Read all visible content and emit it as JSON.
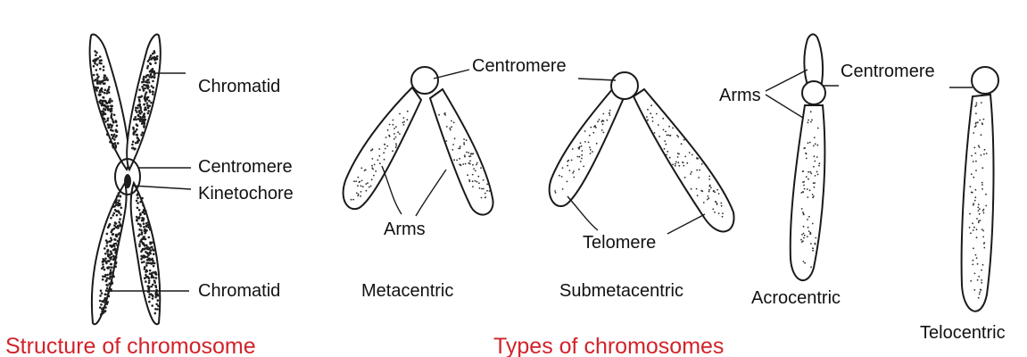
{
  "structure": {
    "labels": {
      "chromatid_top": "Chromatid",
      "centromere": "Centromere",
      "kinetochore": "Kinetochore",
      "chromatid_bottom": "Chromatid"
    },
    "caption": "Structure of chromosome"
  },
  "types": {
    "metacentric": {
      "name": "Metacentric",
      "centromere": "Centromere",
      "arms": "Arms"
    },
    "submetacentric": {
      "name": "Submetacentric",
      "centromere": "",
      "telomere": "Telomere"
    },
    "acrocentric": {
      "name": "Acrocentric",
      "centromere": "Centromere",
      "arms": "Arms"
    },
    "telocentric": {
      "name": "Telocentric"
    },
    "caption": "Types of chromosomes"
  },
  "colors": {
    "caption": "#d1232a",
    "ink": "#1a1a1a"
  }
}
